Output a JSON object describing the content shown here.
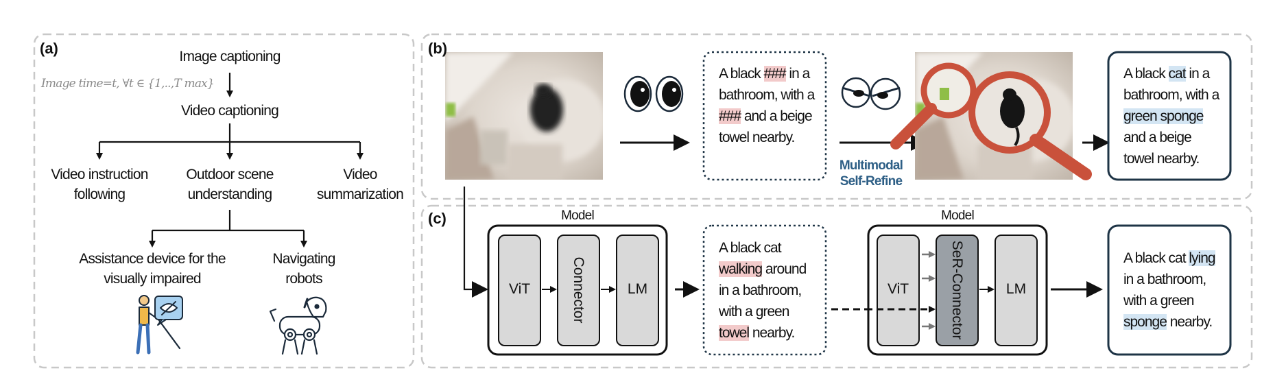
{
  "panel_a": {
    "label": "(a)",
    "image_captioning": "Image captioning",
    "formula": "Image time=t, ∀t ∈ {1,..,T max}",
    "video_captioning": "Video captioning",
    "children": [
      "Video instruction following",
      "Outdoor scene understanding",
      "Video summarization"
    ],
    "grandchildren": [
      "Assistance device for the visually impaired",
      "Navigating robots"
    ]
  },
  "panel_b": {
    "label": "(b)",
    "masked_caption": {
      "p1": "A black ",
      "mask1": "###",
      "p2": " in a bathroom, with a ",
      "mask2": "###",
      "p3": " and a beige towel nearby."
    },
    "refine_label": "Multimodal Self-Refine",
    "refined_caption": {
      "p1": "A black ",
      "hl1": "cat",
      "p2": " in a bathroom, with a ",
      "hl2": "green sponge",
      "p3": " and a beige towel nearby."
    }
  },
  "panel_c": {
    "label": "(c)",
    "model_title_left": "Model",
    "model_title_right": "Model",
    "vit": "ViT",
    "connector": "Connector",
    "ser_connector": "SeR-Connector",
    "lm": "LM",
    "hallucinated_caption": {
      "p1": "A black cat ",
      "hl1": "walking",
      "p2": " around in a bathroom, with a green ",
      "hl2": "towel",
      "p3": " nearby."
    },
    "corrected_caption": {
      "p1": "A black cat ",
      "hl1": "lying",
      "p2": " in a bathroom, with a green ",
      "hl2": "sponge",
      "p3": " nearby."
    }
  },
  "colors": {
    "dash_border": "#c8c8c8",
    "block_fill": "#d9d9d9",
    "ser_fill": "#9aa0a6",
    "mask_red": "#f2caca",
    "highlight_blue": "#d3e5f3",
    "magnifier": "#c9513b",
    "refine_text": "#2e5f86",
    "caption_border": "#1e3446"
  }
}
